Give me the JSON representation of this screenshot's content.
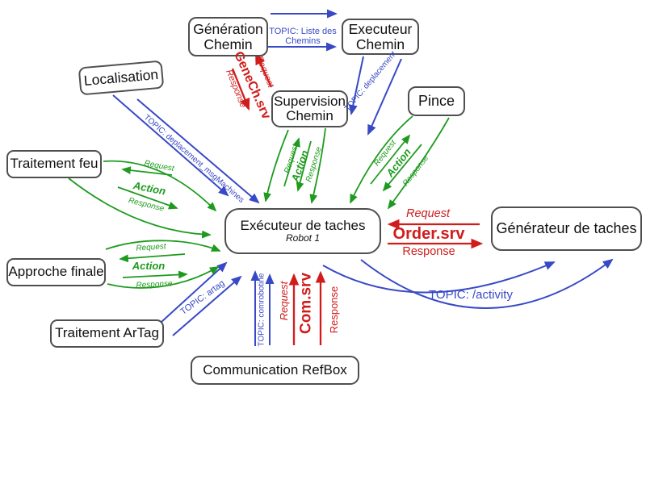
{
  "colors": {
    "arrow_blue": "#3849c6",
    "arrow_red": "#d11c1c",
    "arrow_green": "#1e9b1e",
    "box_border": "#4f4f4f",
    "text": "#111111"
  },
  "nodes": {
    "generation": {
      "line1": "Génération",
      "line2": "Chemin"
    },
    "executeur_chemin": {
      "line1": "Executeur",
      "line2": "Chemin"
    },
    "localisation": {
      "label": "Localisation"
    },
    "supervision": {
      "line1": "Supervision",
      "line2": "Chemin"
    },
    "pince": {
      "label": "Pince"
    },
    "traitement_feu": {
      "label": "Traitement feu"
    },
    "approche_finale": {
      "label": "Approche finale"
    },
    "traitement_artag": {
      "label": "Traitement ArTag"
    },
    "communication_refbox": {
      "label": "Communication RefBox"
    },
    "executeur_taches": {
      "title": "Exécuteur de taches",
      "subtitle": "Robot 1"
    },
    "generateur_taches": {
      "label": "Générateur de taches"
    }
  },
  "edges": {
    "topic_liste": {
      "label": "TOPIC: Liste des Chemins"
    },
    "topic_deplacement": {
      "label": "TOPIC: deplacement"
    },
    "topic_deplacement_msg": {
      "label": "TOPIC: deplacement_msgMachines"
    },
    "topic_artag": {
      "label": "TOPIC: artag"
    },
    "topic_comrobotine": {
      "label": "TOPIC: comrobotine"
    },
    "topic_activity": {
      "label": "TOPIC: /activity"
    },
    "genech_srv": {
      "request": "Request",
      "name": "GeneCh.srv",
      "response": "Response"
    },
    "com_srv": {
      "request": "Request",
      "name": "Com.srv",
      "response": "Response"
    },
    "order_srv": {
      "request": "Request",
      "name": "Order.srv",
      "response": "Response"
    },
    "action": {
      "request": "Request",
      "action": "Action",
      "response": "Response"
    }
  }
}
